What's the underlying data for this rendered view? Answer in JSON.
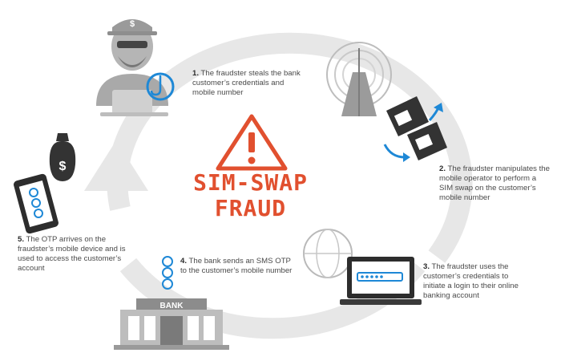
{
  "title": {
    "line1": "SIM-SWAP",
    "line2": "FRAUD"
  },
  "steps": [
    {
      "num": "1.",
      "text": "The fraudster steals the bank customer’s credentials and mobile number"
    },
    {
      "num": "2.",
      "text": "The fraudster manipulates the mobile operator to perform a SIM swap on the customer’s mobile number"
    },
    {
      "num": "3.",
      "text": "The fraudster uses the customer’s credentials to initiate a login to their online banking account"
    },
    {
      "num": "4.",
      "text": "The bank sends an SMS OTP to the customer’s mobile number"
    },
    {
      "num": "5.",
      "text": "The OTP arrives on the fraudster’s mobile device and is used to access the customer’s account"
    }
  ],
  "bank_sign": "BANK",
  "cap_symbol": "$",
  "money_symbol": "$",
  "colors": {
    "accent": "#e1502f",
    "blue": "#1e88d6",
    "gray": "#9a9a9a",
    "ring": "#e6e6e6",
    "dark": "#333333"
  }
}
